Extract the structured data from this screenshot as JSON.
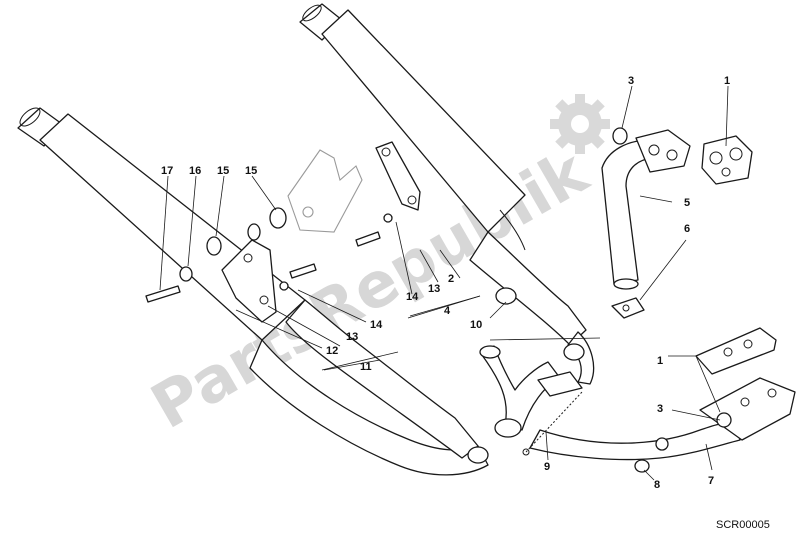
{
  "watermark": "PartsRepublik",
  "drawing_code": "SCR00005",
  "callouts": {
    "c1_top": "1",
    "c1_bottom": "1",
    "c2": "2",
    "c3_top": "3",
    "c3_bottom": "3",
    "c4": "4",
    "c5": "5",
    "c6": "6",
    "c7": "7",
    "c8": "8",
    "c9": "9",
    "c10": "10",
    "c11": "11",
    "c12": "12",
    "c13_left": "13",
    "c13_right": "13",
    "c14_left": "14",
    "c14_right": "14",
    "c15_left": "15",
    "c15_right": "15",
    "c16": "16",
    "c17": "17"
  }
}
